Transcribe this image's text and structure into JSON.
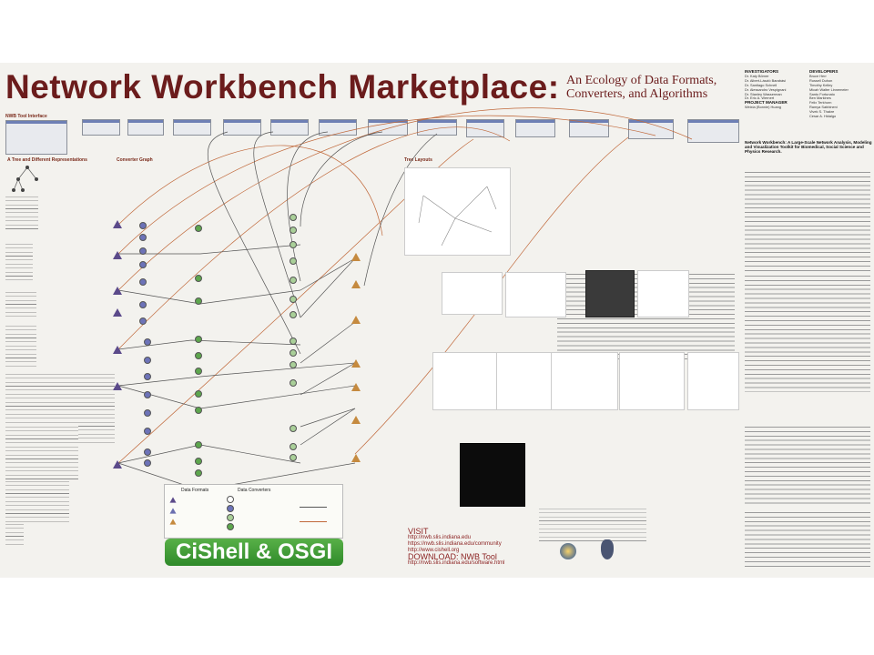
{
  "poster": {
    "title": "Network Workbench Marketplace:",
    "subtitle": "An Ecology of Data Formats, Converters, and Algorithms",
    "sections": {
      "tool_interface": "NWB Tool Interface",
      "tree_repr": "A Tree and Different Representations",
      "converter_graph": "Converter Graph",
      "tree_layouts": "Tree Layouts"
    },
    "investigators": {
      "heading": "INVESTIGATORS",
      "names": [
        "Dr. Katy Börner",
        "Dr. Albert-László Barabási",
        "Dr. Santiago Schnell",
        "Dr. Alessandro Vespignani",
        "Dr. Stanley Wasserman",
        "Dr. Eric A. Wernert"
      ],
      "pm_heading": "PROJECT MANAGER",
      "pm_name": "Weixia (Bonnie) Huang"
    },
    "developers": {
      "heading": "DEVELOPERS",
      "names": [
        "Bruce Herr",
        "Russell Duhon",
        "Timothy Kelley",
        "Micah Walter Linnemeier",
        "Santo Fortunato",
        "Ben Markines",
        "Felix Terkhorn",
        "Ramya Sabbineni",
        "Vivek S. Thakre",
        "Cesar A. Hidalgo"
      ]
    },
    "abstract_title": "Network Workbench: A Large-Scale Network Analysis, Modeling and Visualization Toolkit for Biomedical, Social Science and Physics Research.",
    "legend": {
      "data_formats": "Data Formats",
      "data_converters": "Data Converters"
    },
    "cishell_label": "CiShell & OSGI",
    "visit": {
      "heading": "VISIT",
      "links": [
        "http://nwb.slis.indiana.edu",
        "https://nwb.slis.indiana.edu/community",
        "http://www.cishell.org"
      ],
      "download_heading": "DOWNLOAD: NWB Tool",
      "download_link": "http://nwb.slis.indiana.edu/software.html"
    }
  }
}
